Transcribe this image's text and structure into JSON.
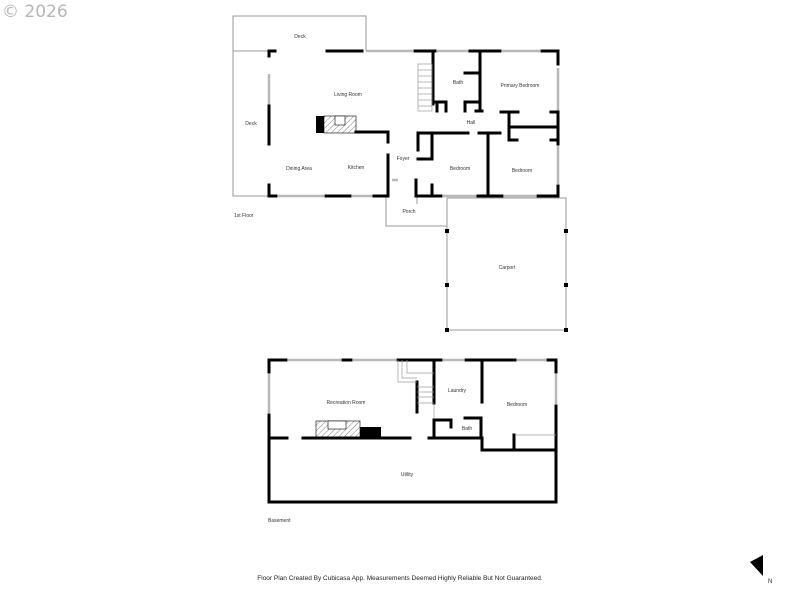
{
  "watermark": "© 2026",
  "floors": [
    {
      "name": "1st Floor",
      "rooms": [
        "Deck",
        "Deck",
        "Living Room",
        "Dining Area",
        "Kitchen",
        "Foyer",
        "Bath",
        "Primary Bedroom",
        "Hall",
        "Bedroom",
        "Bedroom",
        "Porch",
        "Carport"
      ]
    },
    {
      "name": "Basement",
      "rooms": [
        "Recreation Room",
        "Laundry",
        "Bath",
        "Bedroom",
        "Utility"
      ]
    }
  ],
  "labels": {
    "deck_top": "Deck",
    "deck_left": "Deck",
    "living_room": "Living Room",
    "dining_area": "Dining Area",
    "kitchen": "Kitchen",
    "foyer": "Foyer",
    "bath_1": "Bath",
    "primary_bedroom": "Primary Bedroom",
    "hall": "Hall",
    "bedroom_1": "Bedroom",
    "bedroom_2": "Bedroom",
    "porch": "Porch",
    "carport": "Carport",
    "floor_1": "1st Floor",
    "recreation_room": "Recreation Room",
    "laundry": "Laundry",
    "bath_b": "Bath",
    "bedroom_b": "Bedroom",
    "utility": "Utility",
    "floor_b": "Basement"
  },
  "footer": "Floor Plan Created By Cubicasa App. Measurements Deemed Highly Reliable But Not Guaranteed.",
  "compass": {
    "label": "N"
  },
  "colors": {
    "wall": "#000000",
    "outline": "#9a9a9a",
    "window": "#c8c8c8",
    "watermark": "#b5b5b5"
  }
}
